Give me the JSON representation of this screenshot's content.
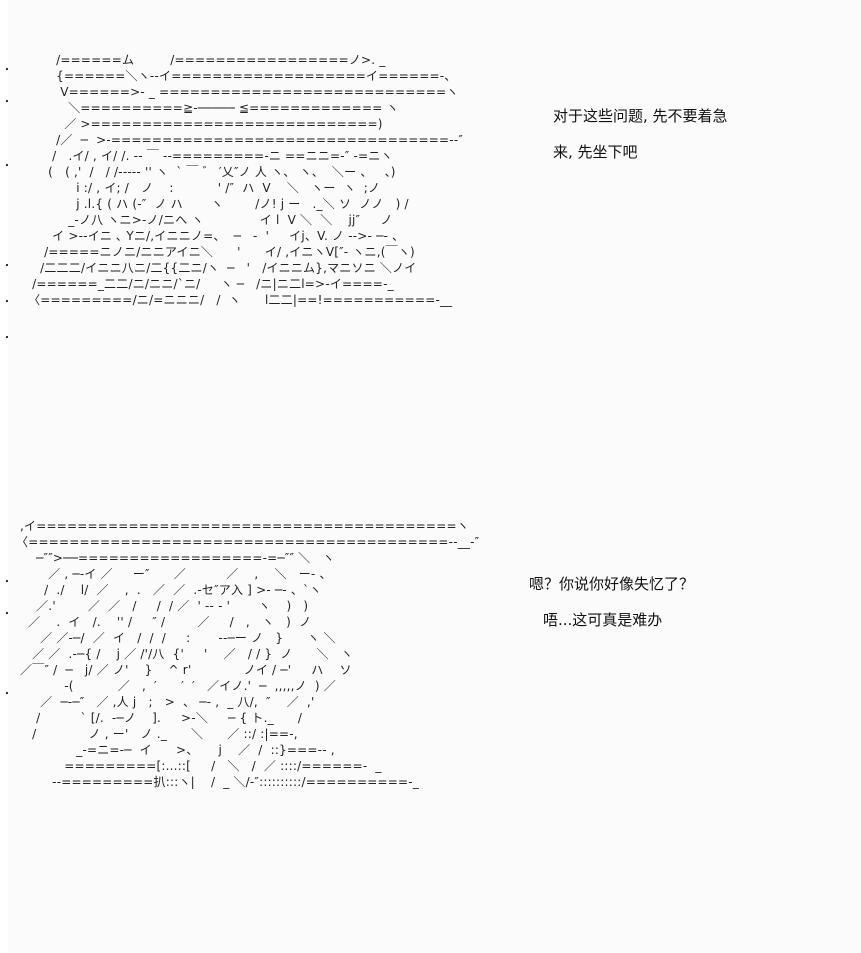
{
  "scene_top": {
    "art": [
      "            /======ム         /=================ノ>. _",
      "            {======＼ヽ--イ===================イ======-、",
      "             V======>- _ ============================ヽ",
      "               ＼==========≧-───── ≦============= ヽ",
      "              ／ >============================)",
      "            /／  ─  >-=================================--″",
      "           /   .イ/ , イ/ /. -‐ ￣ ‐-=========-ニ ==ニニ=-″ -=ニヽ",
      "          (   ( ,'  /   / /--‐‐‐ '' ヽ  ` ￣ ゛ ′乂″ノ 人 ヽ、 ヽ、  ＼ー 、   、)",
      "                 i :/ , イ; /   ノ    :           ' /″  ハ  V    ＼   ヽー  ヽ  ;ノ",
      "                 j .l.{ ( ハ (‐″  ノ ハ       ヽ        /ノ! j ー   ._＼ ソ  ノノ   ) /",
      "               _-ノ八 ヽニ>-ノ/ニへ ヽ              イ l  V ＼  ＼    jj″     ノ",
      "           イ >--イニ ､ Yニ/,イニニノ=、  ─   -  '     イj、V. ノ -->- ─- 、",
      "         /=====ニノニ/ニニアイニ＼      '      イ/ ,イニヽV[″‐ ヽニ,(￣ヽ)",
      "        /二二二/イニニ八ニ/二{{二ニ/ヽ  ─   '   /イニニム},マニソニ ＼ノイ",
      "      /======_二二/ニ/ニニ/`ニ/     ヽ ─   /ニ|ニ二l=>-イ====-_",
      "     〈=========/ニ/=ニニニ/   /  ヽ      l二二|==!===========-__"
    ],
    "caption_1": "对于这些问题, 先不要着急",
    "caption_2": "来, 先坐下吧"
  },
  "scene_bottom": {
    "art": [
      "   ,イ=========================================ヽ",
      "  〈=========================================--__-″",
      "       ─″″>──==================-=─″″ ＼   ヽ",
      "          ／ , ─‐イ ／     ー″      ／          ／    ,    ＼   ー- 、",
      "         /  ./    l/  ／    ,  .   ／  ／  .-セ″ア入 ] >- ─- 、`ヽ",
      "       ／.'        ／  ／   /     /  / ／  ' -‐ ‐ '       ヽ    )   )",
      "     ／    .  イ   /.    '' /     ″ /        ／     /   ,   ヽ   )  ノ",
      "        ／ ／-─/  ／  イ   /  /  /     :       -‐─ー ノ   }      ヽ ＼",
      "      ／ ／  .-─{ /    j ／ /'/八  {'     '    ／   / / }  ノ      ＼   ヽ",
      "   ／￣″ /  ─   j/ ／ ノ'    }    ^ r'             ノイ / ─'     ハ    ソ",
      "              -(           ／   ,  ′      ′  ′   ／イノ.'  ─  ,,,,,ノ  ) ／",
      "        ／  ─‐─″   ／ ,人 j   ;   >  、 ─‐ ,  _ 八/,  ″    ／  ,'",
      "       /          ` [/.  -─ノ    ].     >-＼     ─ { ト._      /",
      "      /             ノ , ー'   ノ ._      ＼      ／ ::/ :|==-,",
      "                 _-=ニ=-─  イ      >、     j    ／  /  ::}===-- ,",
      "              =========[:...::[     /   ＼   /  ／ ::::/======-  _",
      "           --=========扒:::ヽ|    /  _ ＼/-″::::::::::/==========-_"
    ],
    "caption_1": "嗯？你说你好像失忆了？",
    "caption_2": "唔...这可真是难办"
  }
}
